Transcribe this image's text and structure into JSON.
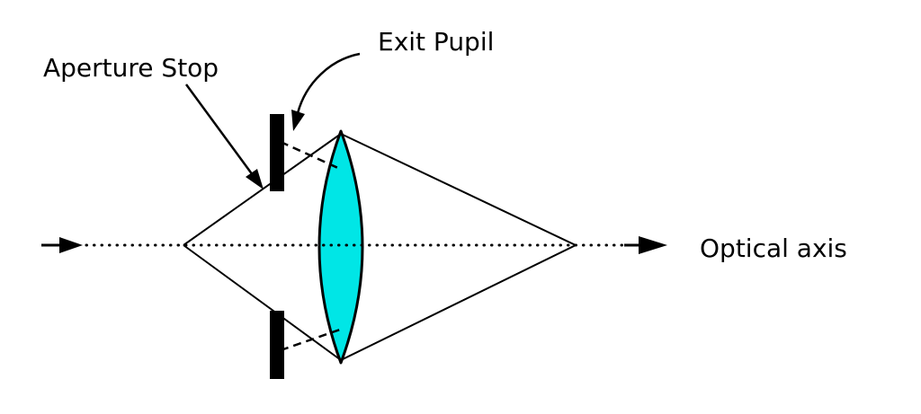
{
  "diagram": {
    "labels": {
      "aperture_stop": "Aperture Stop",
      "exit_pupil": "Exit Pupil",
      "optical_axis": "Optical axis"
    },
    "colors": {
      "lens_fill": "#00e6e6",
      "stroke": "#000000",
      "background": "#ffffff"
    }
  }
}
